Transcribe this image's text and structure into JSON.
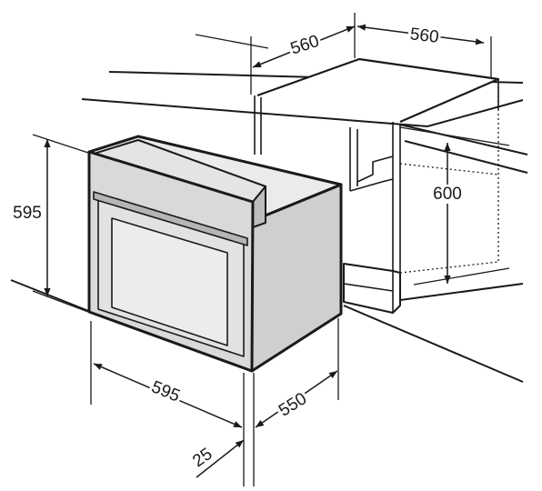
{
  "labels": {
    "cabinet_depth": "560",
    "cabinet_width": "560",
    "cabinet_height": "600",
    "oven_height": "595",
    "oven_width": "595",
    "oven_depth": "550",
    "front_thickness": "25"
  },
  "colors": {
    "line": "#1a1a1a",
    "oven_front": "#d9d9d9",
    "oven_body": "#cfcfcf",
    "door_panel": "#ececec",
    "control_panel": "#e4e4e4",
    "handle": "#b5b5b5"
  }
}
